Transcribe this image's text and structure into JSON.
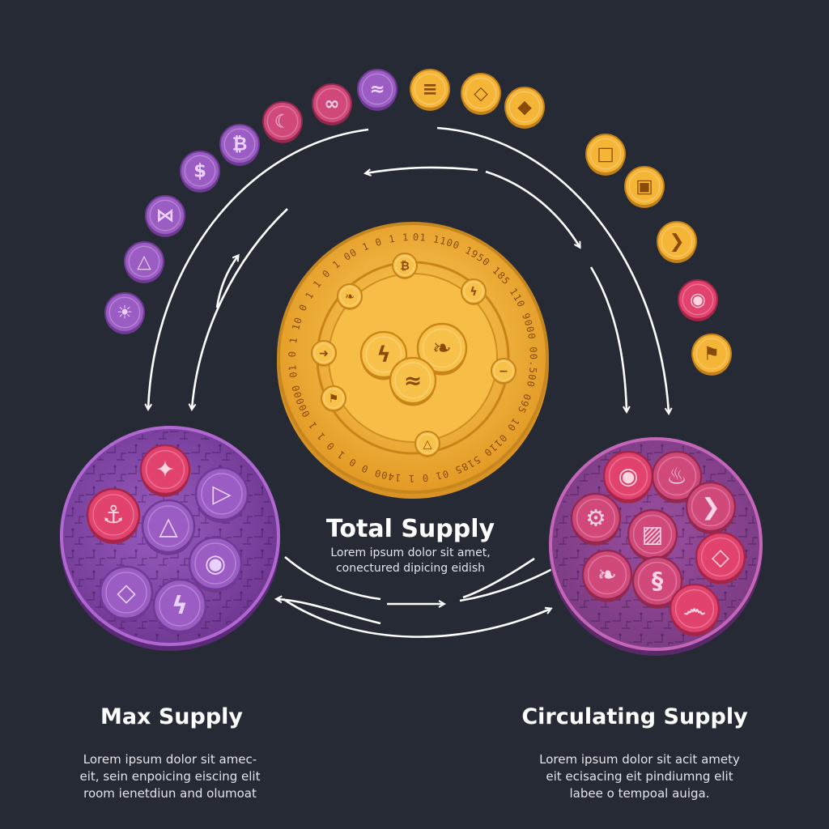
{
  "total_supply": {
    "title": "Total Supply",
    "body": [
      "Lorem ipsum dolor sit amet,",
      "conectured dipicing eidish"
    ]
  },
  "max_supply": {
    "title": "Max Supply",
    "body": [
      "Lorem ipsum dolor sit amec-",
      "eit, sein enpoicing eiscing elit",
      "room ienetdiun and olumoat"
    ]
  },
  "circulating_supply": {
    "title": "Circulating Supply",
    "body": [
      "Lorem ipsum dolor sit acit amety",
      "eit ecisacing eit pindiumng elit",
      "labee o tempoal auiga."
    ]
  },
  "ring_text": "01 1100 1950 185 110 9000 00.500 095 10 0110 5185 01 0 1 1400 0 0 1 0 1 1 00000 01 0 1 10 0 1 1 0 1 00 1 0 1 1 0 0 1 0 1",
  "colors": {
    "background": "#252a34",
    "gold": "#f2b43c",
    "purple": "#8a4bb0",
    "magenta": "#c94c8a",
    "pink": "#e0506e",
    "arrow": "#ffffff"
  },
  "icons": {
    "arc_coins": [
      "sun-icon",
      "triangle-icon",
      "bowtie-icon",
      "dollar-icon",
      "bitcoin-icon",
      "crescent-icon",
      "infinity-icon",
      "wave-icon",
      "bars-icon",
      "diamond-icon",
      "ethereum-icon",
      "square-icon",
      "chip-icon",
      "chevron-icon",
      "eye-icon",
      "flag-icon"
    ],
    "total_coins": [
      "bitcoin-icon",
      "bolt-icon",
      "leaf-icon",
      "minus-icon",
      "arrow-icon",
      "flag-icon",
      "triangle-icon"
    ],
    "max_coins": [
      "pink-star-icon",
      "play-icon",
      "ship-icon",
      "triangle-icon",
      "eye-icon",
      "diamond-icon",
      "bolt-icon"
    ],
    "circulating_coins": [
      "eye-icon",
      "flame-icon",
      "gear-icon",
      "cube-icon",
      "chevron-icon",
      "diamond-icon",
      "leaf-icon",
      "scroll-icon",
      "swirl-icon"
    ]
  }
}
